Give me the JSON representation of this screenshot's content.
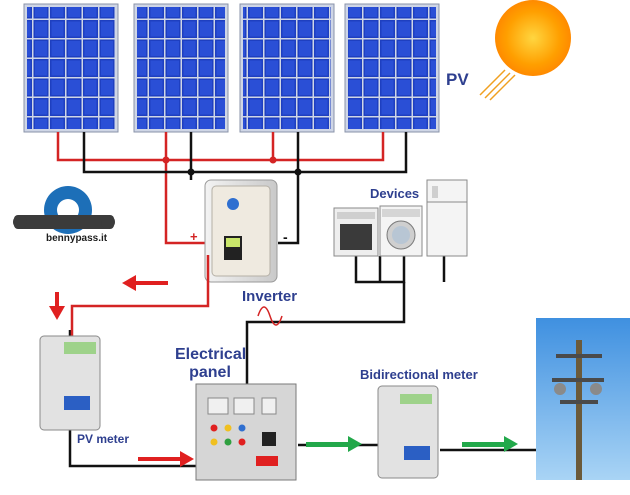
{
  "labels": {
    "pv": "PV",
    "devices": "Devices",
    "inverter": "Inverter",
    "electrical_panel_line1": "Electrical",
    "electrical_panel_line2": "panel",
    "bidirectional_meter": "Bidirectional meter",
    "pv_meter": "PV meter",
    "logo": "bennypass.it",
    "plus": "+",
    "minus": "-"
  },
  "colors": {
    "panel_blue": "#1e3fc0",
    "panel_frame": "#cfd6e6",
    "wire_dc_positive": "#d42424",
    "wire_dc_negative": "#111111",
    "flow_red": "#e02020",
    "flow_green": "#22a84a",
    "label_blue": "#2e3f8f",
    "sun": "#ffb000",
    "sky": "#5fa8e8"
  },
  "icons": [
    "sun-icon",
    "gear-wrench-logo-icon",
    "oven-icon",
    "washing-machine-icon",
    "fridge-icon",
    "utility-pole-icon",
    "sine-wave-icon"
  ]
}
